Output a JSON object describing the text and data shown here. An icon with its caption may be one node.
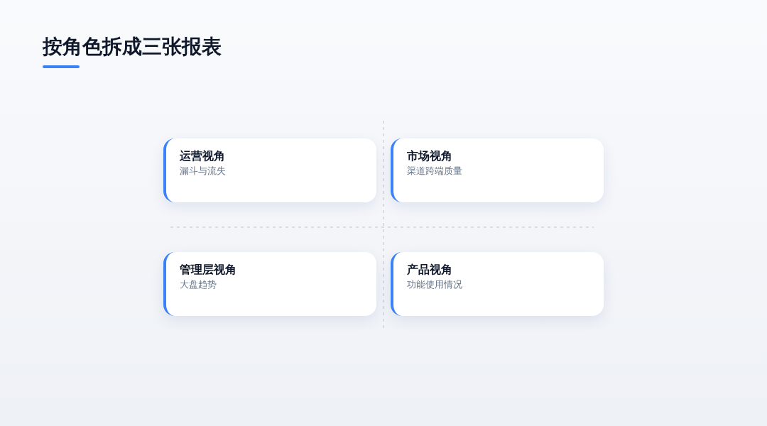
{
  "diagram": {
    "title": "按角色拆成三张报表",
    "nodes": [
      {
        "text": [
          "运营视角",
          "漏斗与流失"
        ]
      },
      {
        "text": [
          "市场视角",
          "渠道跨端质量"
        ]
      },
      {
        "text": [
          "管理层视角",
          "大盘趋势"
        ]
      },
      {
        "text": [
          "产品视角",
          "功能使用情况"
        ]
      }
    ]
  }
}
